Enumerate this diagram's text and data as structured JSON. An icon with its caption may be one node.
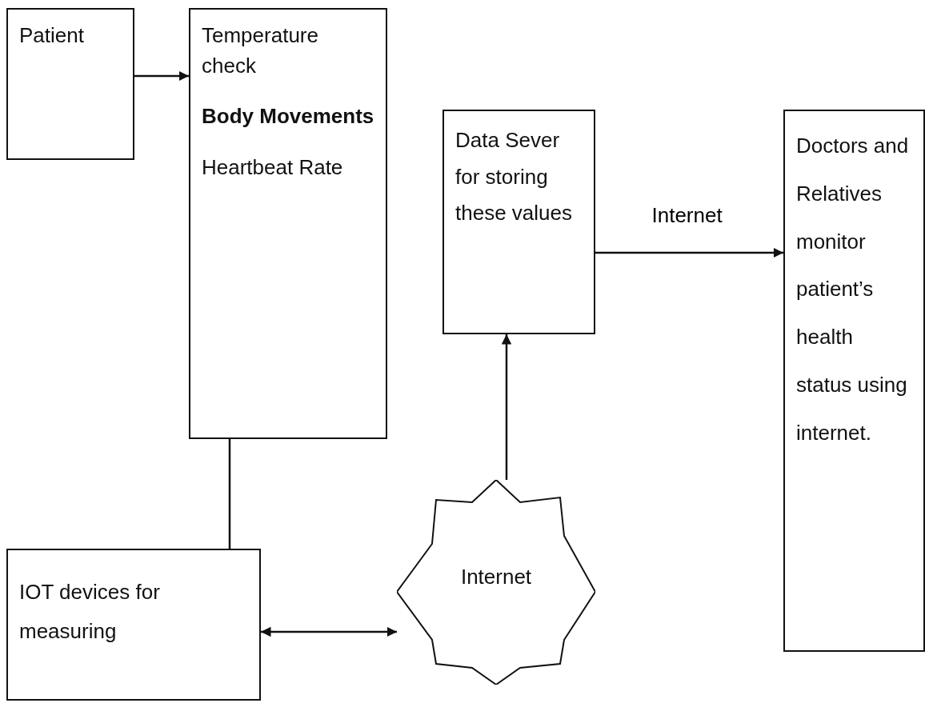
{
  "diagram": {
    "nodes": [
      {
        "text": [
          "Patient"
        ]
      },
      {
        "text": [
          "Temperature check",
          "Body Movements",
          "Heartbeat Rate"
        ]
      },
      {
        "text": [
          "Data Sever for storing these values"
        ]
      },
      {
        "text": [
          "Doctors and Relatives monitor patient’s health status using internet."
        ]
      },
      {
        "text": [
          "IOT devices for measuring"
        ]
      },
      {
        "text": [
          "Internet"
        ]
      }
    ],
    "edges": [
      {
        "from": 0,
        "to": 1,
        "arrow": "to"
      },
      {
        "from": 1,
        "to": 4,
        "arrow": "none"
      },
      {
        "from": 4,
        "to": 5,
        "arrow": "both"
      },
      {
        "from": 5,
        "to": 2,
        "arrow": "to"
      },
      {
        "from": 2,
        "to": 3,
        "arrow": "to",
        "label": "Internet"
      }
    ]
  }
}
